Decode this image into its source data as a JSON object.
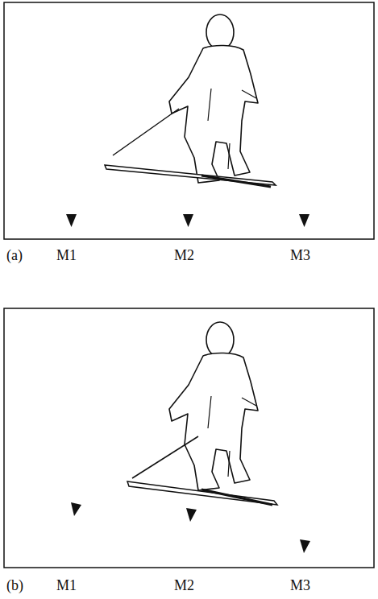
{
  "diagram": {
    "labels": [
      "(a)",
      "M1",
      "M2",
      "M3",
      "(b)",
      "M1",
      "M2",
      "M3"
    ]
  }
}
